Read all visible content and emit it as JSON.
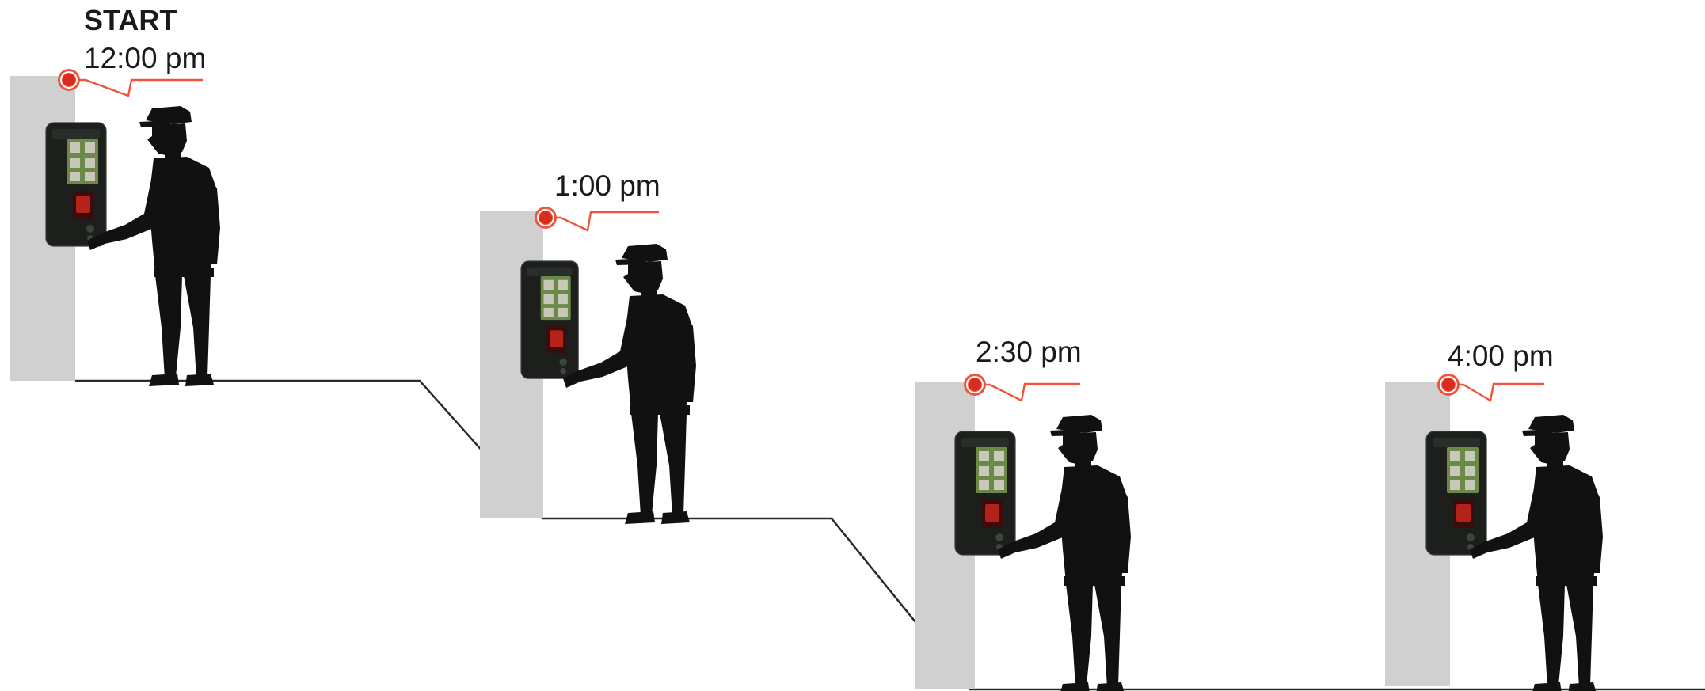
{
  "start_label": "START",
  "checkpoints": [
    {
      "time": "12:00 pm"
    },
    {
      "time": "1:00 pm"
    },
    {
      "time": "2:30 pm"
    },
    {
      "time": "4:00 pm"
    }
  ],
  "colors": {
    "accent": "#f0543a",
    "wall": "#d0d0d0",
    "silhouette": "#111111",
    "ground_line": "#2a2a2a"
  },
  "icons": {
    "pin": "red-pin-icon",
    "device": "fingerprint-terminal-icon",
    "guard": "security-guard-silhouette"
  }
}
